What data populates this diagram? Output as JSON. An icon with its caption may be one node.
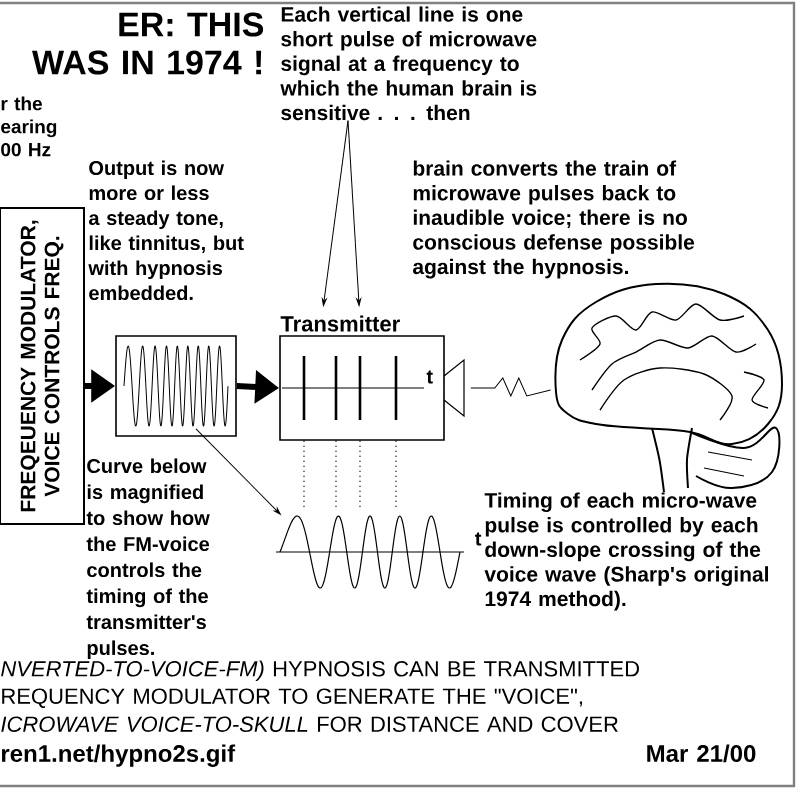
{
  "diagram": {
    "title": "ER: THIS WAS IN 1974 !",
    "nodes": [
      {
        "text": [
          "FREQEUENCY MODULATOR, VOICE CONTROLS FREQ."
        ]
      },
      {
        "text": [],
        "shape": "box"
      },
      {
        "text": [
          "Transmitter",
          "t"
        ]
      },
      {
        "text": [],
        "shape": "picture"
      },
      {
        "text": [],
        "shape": "picture",
        "beside": [
          "t"
        ]
      },
      {
        "text": [
          "Each vertical line is one short pulse of microwave signal at a frequency to which the human brain is sensitive . . . then"
        ]
      }
    ],
    "edges": [
      {
        "from": 0,
        "to": 1,
        "arrow": "to",
        "style": "thick"
      },
      {
        "from": 1,
        "to": 2,
        "arrow": "to",
        "style": "thick"
      },
      {
        "from": 1,
        "to": 4,
        "arrow": "to"
      },
      {
        "from": 5,
        "to": 2,
        "arrow": "to"
      },
      {
        "from": 5,
        "to": 2,
        "arrow": "to"
      },
      {
        "from": 2,
        "to": 3,
        "arrow": "none"
      },
      {
        "from": 2,
        "to": 4,
        "arrow": "none",
        "style": "dashed"
      },
      {
        "from": 2,
        "to": 4,
        "arrow": "none",
        "style": "dashed"
      },
      {
        "from": 2,
        "to": 4,
        "arrow": "none",
        "style": "dashed"
      },
      {
        "from": 2,
        "to": 4,
        "arrow": "none",
        "style": "dashed"
      }
    ],
    "labels": [
      "r the earing 00 Hz",
      "Output is now more or less a steady tone, like tinnitus, but with hypnosis embedded.",
      "brain converts the train of microwave pulses back to inaudible voice; there is no conscious defense possible against the hypnosis.",
      "Curve below is magnified to show how the FM-voice controls the timing of the transmitter's pulses.",
      "Timing of each micro-wave pulse is controlled by each down-slope crossing of the voice wave (Sharp's original 1974 method).",
      "*NVERTED-TO-VOICE-FM)* HYPNOSIS CAN BE TRANSMITTED",
      "REQUENCY MODULATOR TO GENERATE THE \"VOICE\",",
      "*ICROWAVE VOICE-TO-SKULL* FOR DISTANCE AND COVER",
      "ren1.net/hypno2s.gif",
      "Mar 21/00"
    ]
  }
}
